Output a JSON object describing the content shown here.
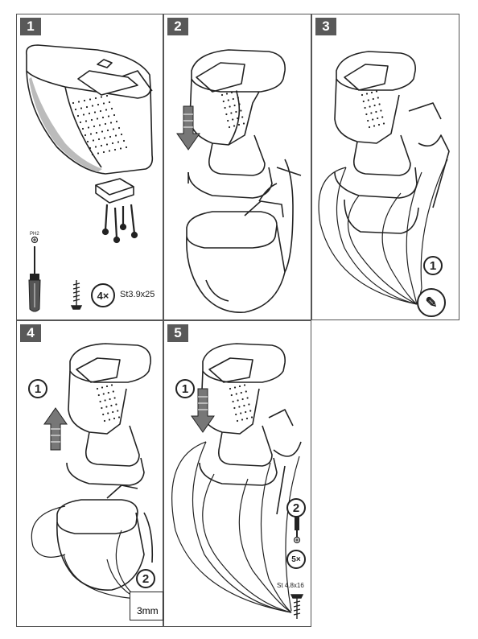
{
  "panels": [
    {
      "number": "1"
    },
    {
      "number": "2"
    },
    {
      "number": "3"
    },
    {
      "number": "4"
    },
    {
      "number": "5"
    }
  ],
  "panel1": {
    "tool_label": "PH2",
    "screw_count": "4×",
    "screw_spec": "St3.9x25"
  },
  "panel3": {
    "step": "1"
  },
  "panel4": {
    "step1": "1",
    "step2": "2",
    "drill_size": "3mm"
  },
  "panel5": {
    "step1": "1",
    "step2": "2",
    "screw_count": "5×",
    "screw_spec": "St 4.8x16"
  }
}
